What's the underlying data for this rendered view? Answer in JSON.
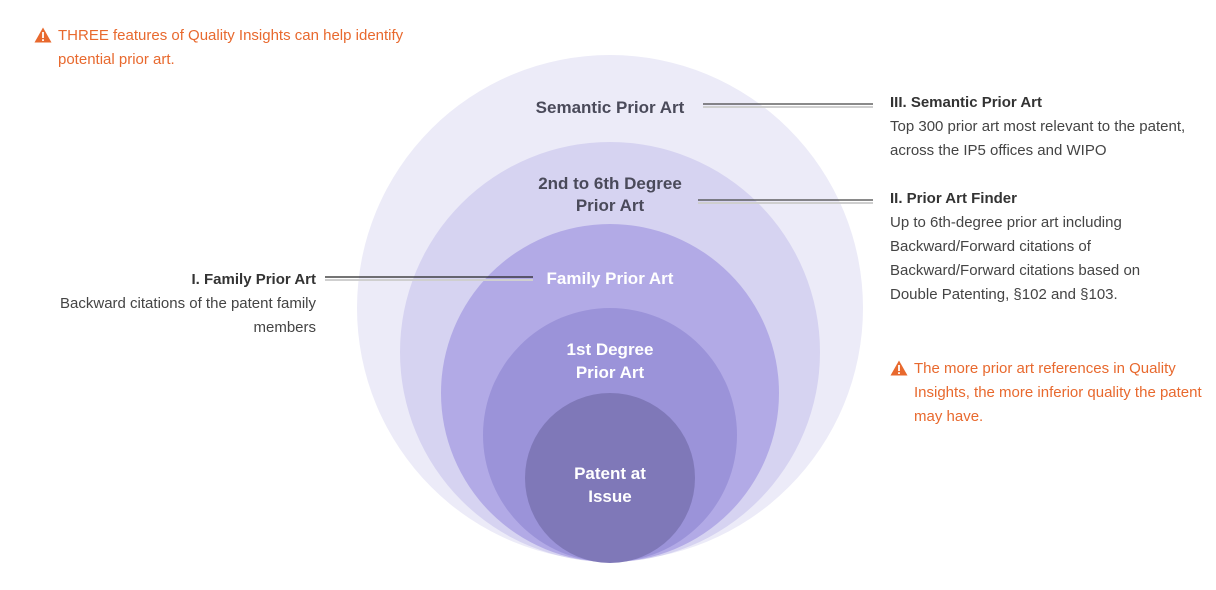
{
  "warnings": {
    "top": "THREE features of Quality Insights can help identify potential prior art.",
    "bottom": "The more prior art references in Quality Insights, the more inferior quality the patent may have."
  },
  "rings": {
    "semantic": {
      "label": "Semantic Prior Art",
      "color": "#ecebf8"
    },
    "degree_line1": "2nd to 6th Degree",
    "degree_line2": "Prior Art",
    "family": "Family Prior Art",
    "first_line1": "1st Degree",
    "first_line2": "Prior Art",
    "patent_line1": "Patent at",
    "patent_line2": "Issue"
  },
  "descriptions": {
    "semantic": {
      "title": "III. Semantic Prior Art",
      "body": "Top 300 prior art most relevant to the patent, across the IP5 offices and WIPO"
    },
    "finder": {
      "title": "II. Prior Art Finder",
      "body": "Up to 6th-degree prior art including Backward/Forward citations of Backward/Forward citations based on Double Patenting, §102 and §103."
    },
    "family": {
      "title": "I. Family Prior Art",
      "body": "Backward citations of the patent family members"
    }
  },
  "colors": {
    "warning": "#e8692e",
    "ring_semantic": "#ecebf8",
    "ring_degree": "#d6d3f1",
    "ring_family": "#b2aae6",
    "ring_first": "#9b93d9",
    "ring_patent": "#7f78b8"
  }
}
